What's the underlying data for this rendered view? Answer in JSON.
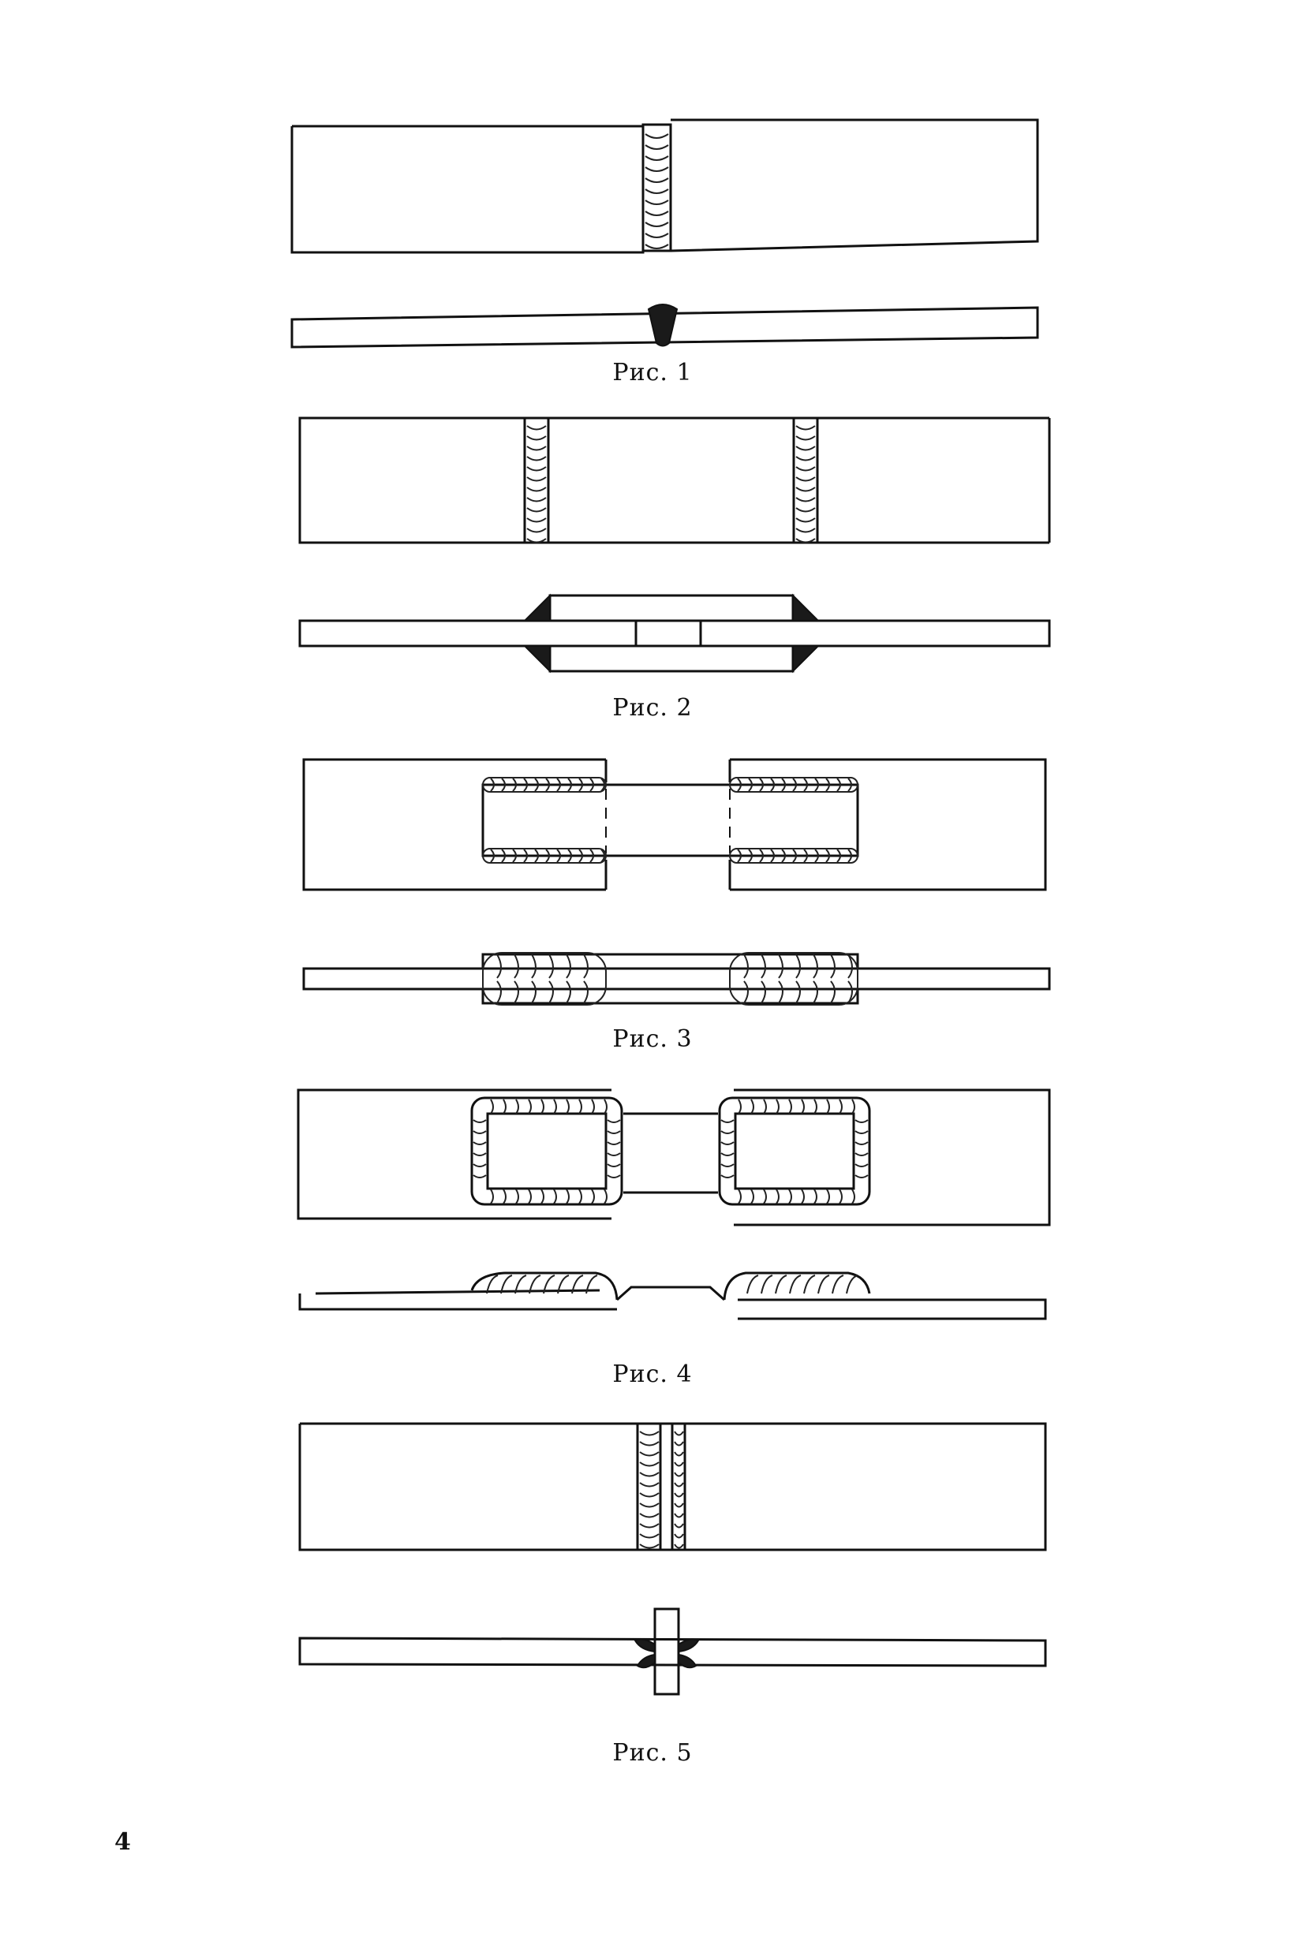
{
  "figures": [
    {
      "id": "fig1",
      "caption": "Рис. 1"
    },
    {
      "id": "fig2",
      "caption": "Рис. 2"
    },
    {
      "id": "fig3",
      "caption": "Рис. 3"
    },
    {
      "id": "fig4",
      "caption": "Рис. 4"
    },
    {
      "id": "fig5",
      "caption": "Рис. 5"
    }
  ],
  "page_number": "4"
}
